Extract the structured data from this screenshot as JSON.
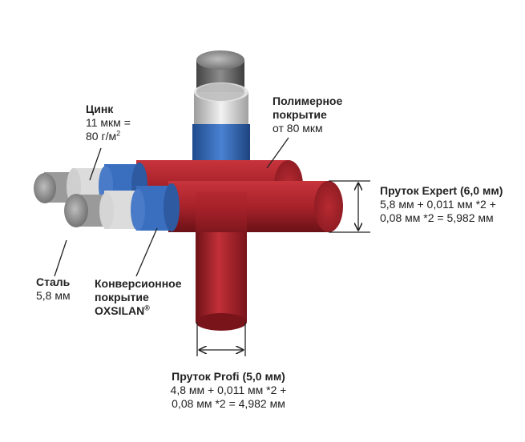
{
  "labels": {
    "zinc": {
      "title": "Цинк",
      "line1": "11 мкм =",
      "line2_base": "80 г/м",
      "line2_sup": "2"
    },
    "polymer": {
      "title_line1": "Полимерное",
      "title_line2": "покрытие",
      "line1": "от 80 мкм"
    },
    "expert": {
      "title": "Пруток Expert (6,0 мм)",
      "line1": "5,8 мм + 0,011 мм *2 +",
      "line2": "0,08 мм *2 = 5,982 мм"
    },
    "steel": {
      "title": "Сталь",
      "line1": "5,8 мм"
    },
    "conversion": {
      "title_line1": "Конверсионное",
      "title_line2": "покрытие",
      "title_line3_base": "OXSILAN",
      "title_line3_sup": "®"
    },
    "profi": {
      "title": "Пруток Profi (5,0 мм)",
      "line1": "4,8 мм + 0,011 мм *2 +",
      "line2": "0,08 мм *2 = 4,982 мм"
    }
  },
  "colors": {
    "polymer_red": "#a8222a",
    "conversion_blue": "#3a6fc0",
    "zinc_silver": "#d8d8d8",
    "steel_grey": "#8a8a8a"
  }
}
